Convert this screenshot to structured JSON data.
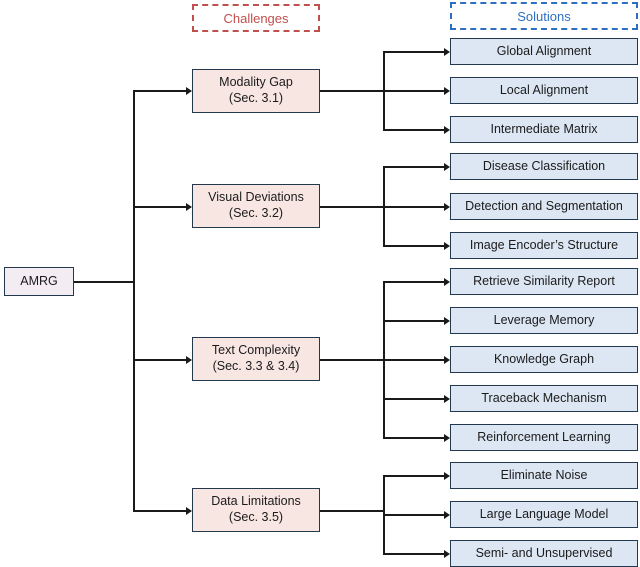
{
  "legend": {
    "challenges_label": "Challenges",
    "solutions_label": "Solutions",
    "challenges_color": "#c0504d",
    "solutions_color": "#2f6fc0"
  },
  "colors": {
    "root_fill": "#f4ecf3",
    "challenge_fill": "#f8e6e3",
    "solution_fill": "#dce7f3",
    "border": "#23384c",
    "connector": "#1a1a1a"
  },
  "root": {
    "label": "AMRG"
  },
  "challenges": [
    {
      "title": "Modality Gap",
      "section": "(Sec. 3.1)"
    },
    {
      "title": "Visual Deviations",
      "section": "(Sec. 3.2)"
    },
    {
      "title": "Text Complexity",
      "section": "(Sec. 3.3 & 3.4)"
    },
    {
      "title": "Data Limitations",
      "section": "(Sec. 3.5)"
    }
  ],
  "solutions": [
    {
      "label": "Global Alignment"
    },
    {
      "label": "Local Alignment"
    },
    {
      "label": "Intermediate Matrix"
    },
    {
      "label": "Disease Classification"
    },
    {
      "label": "Detection and Segmentation"
    },
    {
      "label": "Image Encoder’s Structure"
    },
    {
      "label": "Retrieve Similarity Report"
    },
    {
      "label": "Leverage Memory"
    },
    {
      "label": "Knowledge Graph"
    },
    {
      "label": "Traceback Mechanism"
    },
    {
      "label": "Reinforcement Learning"
    },
    {
      "label": "Eliminate Noise"
    },
    {
      "label": "Large Language Model"
    },
    {
      "label": "Semi- and Unsupervised"
    }
  ],
  "groups": [
    {
      "challenge_index": 0,
      "solution_indices": [
        0,
        1,
        2
      ]
    },
    {
      "challenge_index": 1,
      "solution_indices": [
        3,
        4,
        5
      ]
    },
    {
      "challenge_index": 2,
      "solution_indices": [
        6,
        7,
        8,
        9,
        10
      ]
    },
    {
      "challenge_index": 3,
      "solution_indices": [
        11,
        12,
        13
      ]
    }
  ]
}
